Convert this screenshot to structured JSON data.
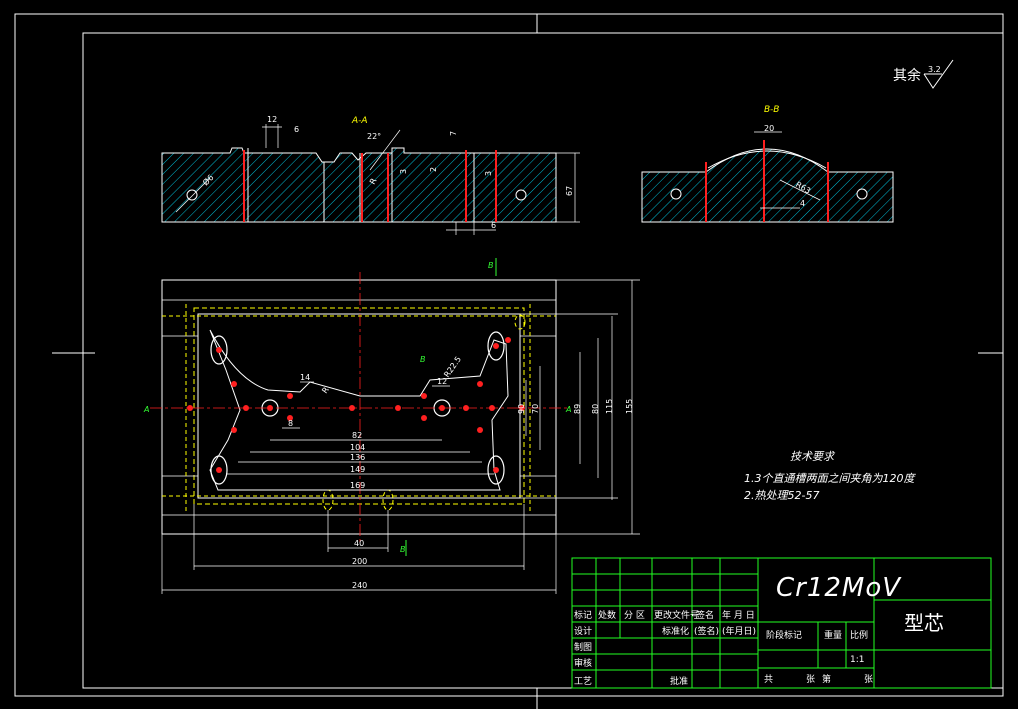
{
  "drawing": {
    "roughness_note": "其余",
    "roughness_value": "3.2",
    "section_aa": "A-A",
    "section_bb": "B-B",
    "view_mark_a": "A",
    "view_mark_b": "B",
    "colors": {
      "background": "#000000",
      "outline": "#ffffff",
      "hatch": "#00ffff",
      "pin": "#ff0000",
      "label": "#ffff00",
      "title_block": "#00ff00"
    }
  },
  "dimensions": {
    "aa": [
      "12",
      "6",
      "22°",
      "7",
      "2",
      "3",
      "3",
      "Ø6",
      "R",
      "67",
      "6"
    ],
    "bb": [
      "20",
      "R63",
      "4"
    ],
    "plan_horizontal": [
      "14",
      "12",
      "8",
      "82",
      "104",
      "136",
      "149",
      "169",
      "40",
      "200",
      "240"
    ],
    "plan_vertical": [
      "70",
      "90",
      "89",
      "80",
      "115",
      "155"
    ],
    "plan_radius": [
      "R22.5",
      "R"
    ]
  },
  "tech_requirements": {
    "title": "技术要求",
    "items": [
      "1.3个直通槽两面之间夹角为120度",
      "2.热处理52-57"
    ]
  },
  "title_block": {
    "material": "Cr12MoV",
    "part_name": "型芯",
    "header_cells": [
      "标记",
      "处数",
      "分 区",
      "更改文件号",
      "签名",
      "年 月 日"
    ],
    "row_design": [
      "设计",
      "",
      "",
      "标准化",
      "(签名)",
      "(年月日)"
    ],
    "row_labels": [
      "制图",
      "审核",
      "工艺"
    ],
    "approve": "批准",
    "stage_label": "阶段标记",
    "weight_label": "重量",
    "scale_label": "比例",
    "scale_value": "1:1",
    "sheet_total": "共",
    "sheet_label": "张",
    "sheet_no": "第",
    "sheet_label2": "张"
  }
}
